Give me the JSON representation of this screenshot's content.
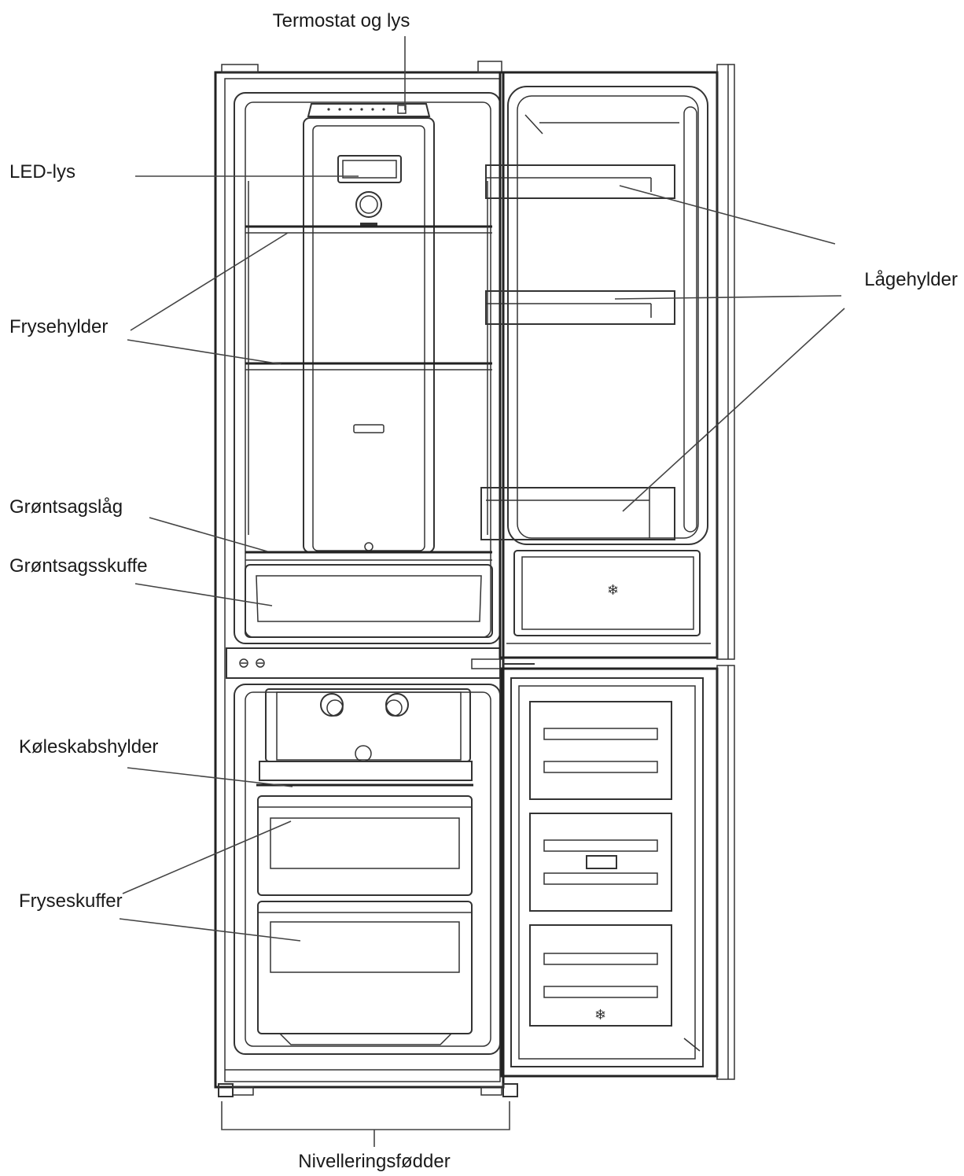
{
  "labels": {
    "termostat": "Termostat og lys",
    "led": "LED-lys",
    "frysehylder": "Frysehylder",
    "groentsagslaag": "Grøntsagslåg",
    "groentsagsskuffe": "Grøntsagsskuffe",
    "koeleskabshylder": "Køleskabshylder",
    "fryseskuffer": "Fryseskuffer",
    "laagehylder": "Lågehylder",
    "nivellering": "Nivelleringsfødder"
  }
}
